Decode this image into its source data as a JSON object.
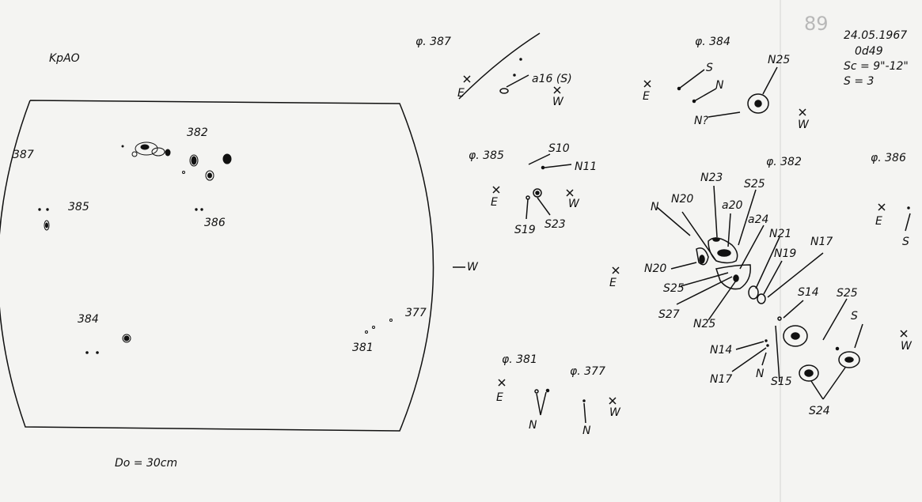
{
  "disk": {
    "station": "KpAO",
    "diameter": "Do = 30cm",
    "west": "W",
    "groups": [
      "387",
      "382",
      "385",
      "386",
      "384",
      "377",
      "381"
    ]
  },
  "header": {
    "page_no": "89",
    "date": "24.05.1967",
    "time": "0d49",
    "seeing": "Sc = 9\"-12\"",
    "s": "S = 3"
  },
  "g387": {
    "title": "φ. 387",
    "spot": "a16 (S)",
    "e": "E",
    "w": "W"
  },
  "g385": {
    "title": "φ. 385",
    "l1": "S10",
    "l2": "N11",
    "e": "E",
    "w": "W",
    "l3": "S19",
    "l4": "S23"
  },
  "g384": {
    "title": "φ. 384",
    "l1": "S",
    "l2": "N",
    "l3": "N?",
    "l4": "N25",
    "e": "E",
    "w": "W"
  },
  "g382": {
    "title": "φ. 382",
    "labels": [
      "N",
      "N20",
      "N23",
      "S25",
      "a20",
      "a24",
      "N21",
      "N19",
      "N17",
      "N20",
      "S25",
      "S27",
      "N25",
      "S14",
      "S25",
      "S",
      "N14",
      "N17",
      "N",
      "S15",
      "S24"
    ],
    "e": "E",
    "w": "W"
  },
  "g386": {
    "title": "φ. 386",
    "e": "E",
    "s": "S"
  },
  "g381": {
    "title": "φ. 381",
    "e": "E",
    "n": "N"
  },
  "g377": {
    "title": "φ. 377",
    "n": "N",
    "w": "W"
  }
}
